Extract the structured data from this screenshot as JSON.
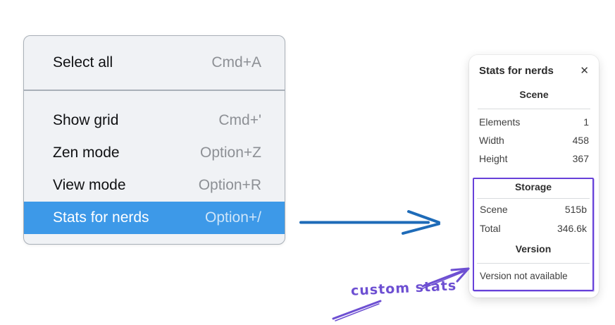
{
  "menu": {
    "items": [
      {
        "label": "Select all",
        "shortcut": "Cmd+A",
        "selected": false
      },
      {
        "label": "Show grid",
        "shortcut": "Cmd+'",
        "selected": false
      },
      {
        "label": "Zen mode",
        "shortcut": "Option+Z",
        "selected": false
      },
      {
        "label": "View mode",
        "shortcut": "Option+R",
        "selected": false
      },
      {
        "label": "Stats for nerds",
        "shortcut": "Option+/",
        "selected": true
      }
    ]
  },
  "panel": {
    "title": "Stats for nerds",
    "close_icon": "✕",
    "scene": {
      "heading": "Scene",
      "rows": [
        {
          "label": "Elements",
          "value": "1"
        },
        {
          "label": "Width",
          "value": "458"
        },
        {
          "label": "Height",
          "value": "367"
        }
      ]
    },
    "storage": {
      "heading": "Storage",
      "rows": [
        {
          "label": "Scene",
          "value": "515b"
        },
        {
          "label": "Total",
          "value": "346.6k"
        }
      ]
    },
    "version": {
      "heading": "Version",
      "note": "Version not available"
    }
  },
  "annotation": {
    "label": "custom stats"
  },
  "colors": {
    "menu_highlight_blue": "#3d99e8",
    "menu_background": "#f0f2f5",
    "menu_border": "#a9b0b8",
    "flow_arrow_blue": "#1e6bb8",
    "annotation_purple": "#6d4fd2",
    "custom_box_purple": "#6741d9"
  }
}
